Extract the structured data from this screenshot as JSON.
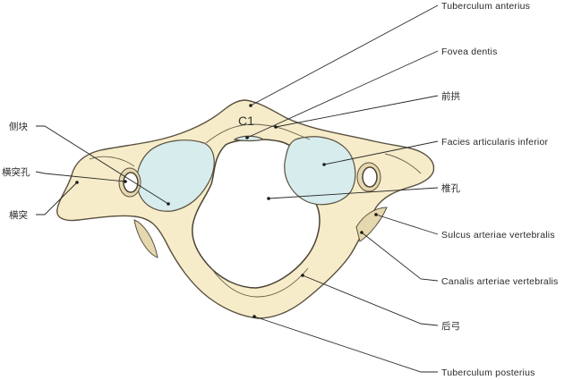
{
  "diagram": {
    "vertebra_label": "C1",
    "labels": {
      "tuberculum_anterius": "Tuberculum anterius",
      "fovea_dentis": "Fovea dentis",
      "anterior_arch": "前拱",
      "facies_articularis_inferior": "Facies articularis inferior",
      "vertebral_foramen": "椎孔",
      "sulcus_arteriae_vertebralis": "Sulcus arteriae vertebralis",
      "canalis_arteriae_vertebralis": "Canalis arteriae vertebralis",
      "posterior_arch": "后弓",
      "tuberculum_posterius": "Tuberculum posterius",
      "lateral_mass": "侧块",
      "transverse_foramen": "横突孔",
      "transverse_process": "横突"
    }
  }
}
